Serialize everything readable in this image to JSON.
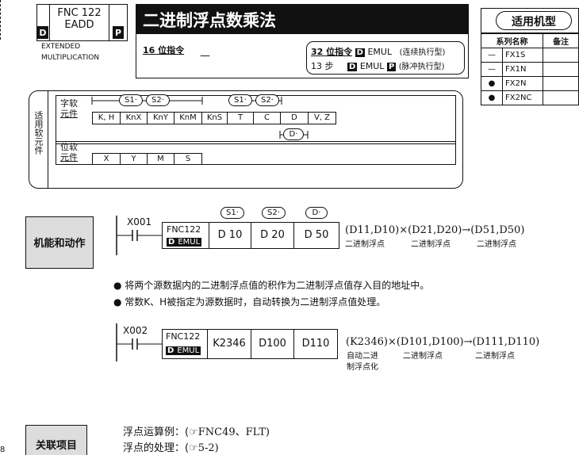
{
  "header": {
    "fnc_code": "FNC 122",
    "mnemonic": "EADD",
    "left_tag": "D",
    "right_tag": "P",
    "subtitle_line1": "EXTENDED",
    "subtitle_line2": "MULTIPLICATION",
    "title": "二进制浮点数乘法"
  },
  "instr16": {
    "label": "16 位指令",
    "value": "—"
  },
  "instr32": {
    "label": "32 位指令",
    "tag_d": "D",
    "name1": "EMUL",
    "mode1": "(连续执行型)",
    "steps": "13 步",
    "name2": "EMUL",
    "tag_p": "P",
    "mode2": "(脉冲执行型)"
  },
  "models": {
    "title": "适用机型",
    "col1": "系列名称",
    "col2": "备注",
    "rows": [
      {
        "mark": "—",
        "name": "FX1S",
        "note": ""
      },
      {
        "mark": "—",
        "name": "FX1N",
        "note": ""
      },
      {
        "mark": "●",
        "name": "FX2N",
        "note": ""
      },
      {
        "mark": "●",
        "name": "FX2NC",
        "note": ""
      }
    ]
  },
  "devices": {
    "side_label": "适用软元件",
    "word_label1": "字软",
    "word_label2": "元件",
    "word_cells": [
      "K, H",
      "KnX",
      "KnY",
      "KnM",
      "KnS",
      "T",
      "C",
      "D",
      "V, Z"
    ],
    "bit_label1": "位软",
    "bit_label2": "元件",
    "bit_cells": [
      "X",
      "Y",
      "M",
      "S"
    ],
    "op_s1": "S1·",
    "op_s2": "S2·",
    "op_d": "D·"
  },
  "func_section": {
    "label": "机能和动作",
    "contact": "X001",
    "fnc": "FNC122",
    "tag": "D",
    "name": "EMUL",
    "operands": [
      "D 10",
      "D 20",
      "D 50"
    ],
    "op_labels": [
      "S1·",
      "S2·",
      "D·"
    ],
    "formula": "(D11,D10)×(D21,D20)→(D51,D50)",
    "notes": [
      "二进制浮点",
      "二进制浮点",
      "二进制浮点"
    ],
    "bullets": [
      "将两个源数据内的二进制浮点值的积作为二进制浮点值存入目的地址中。",
      "常数K、H被指定为源数据时，自动转换为二进制浮点值处理。"
    ]
  },
  "example2": {
    "contact": "X002",
    "fnc": "FNC122",
    "tag": "D",
    "name": "EMUL",
    "operands": [
      "K2346",
      "D100",
      "D110"
    ],
    "formula": "(K2346)×(D101,D100)→(D111,D110)",
    "note_a1": "自动二进",
    "note_a2": "制浮点化",
    "note_b": "二进制浮点",
    "note_c": "二进制浮点"
  },
  "related": {
    "label": "关联项目",
    "line1_prefix": "浮点运算例：(",
    "line1_ref": "FNC49、FLT)",
    "line2_prefix": "浮点的处理：(",
    "line2_ref": "5-2)",
    "page_num": "8"
  }
}
